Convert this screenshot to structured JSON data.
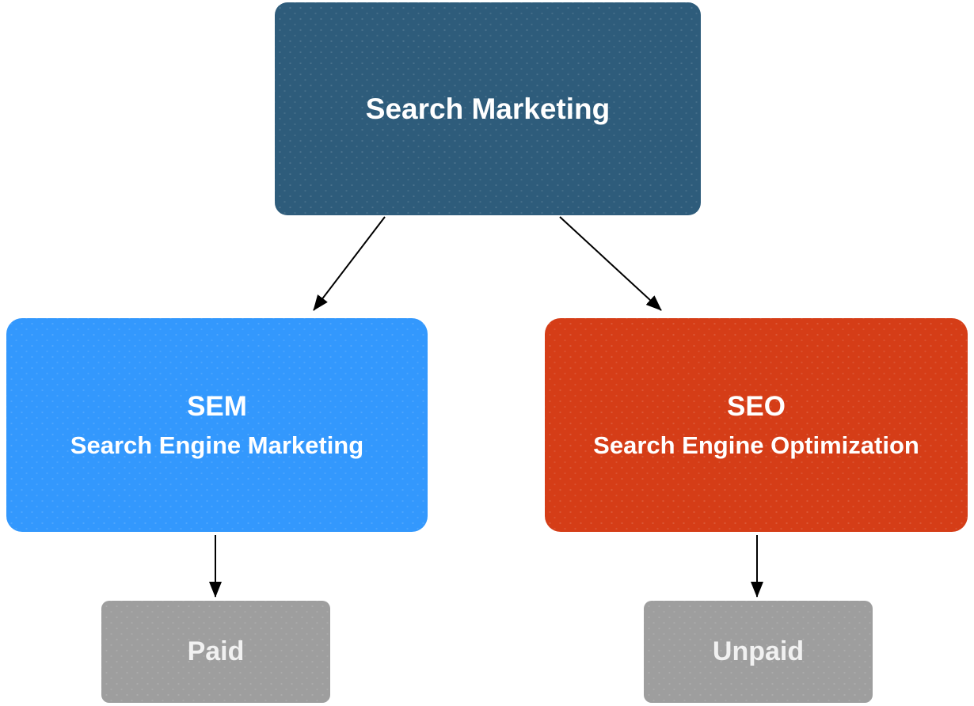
{
  "diagram": {
    "background_color": "#ffffff",
    "edge_color": "#000000",
    "text_color": "#ffffff",
    "nodes": {
      "root": {
        "label": "Search Marketing",
        "color": "#2E5C7B"
      },
      "sem": {
        "abbr": "SEM",
        "full": "Search Engine Marketing",
        "color": "#3398FD"
      },
      "seo": {
        "abbr": "SEO",
        "full": "Search Engine Optimization",
        "color": "#D53D17"
      },
      "paid": {
        "label": "Paid",
        "color": "#9E9E9E"
      },
      "unpaid": {
        "label": "Unpaid",
        "color": "#9E9E9E"
      }
    },
    "edges": [
      {
        "from": "root",
        "to": "sem"
      },
      {
        "from": "root",
        "to": "seo"
      },
      {
        "from": "sem",
        "to": "paid"
      },
      {
        "from": "seo",
        "to": "unpaid"
      }
    ]
  }
}
